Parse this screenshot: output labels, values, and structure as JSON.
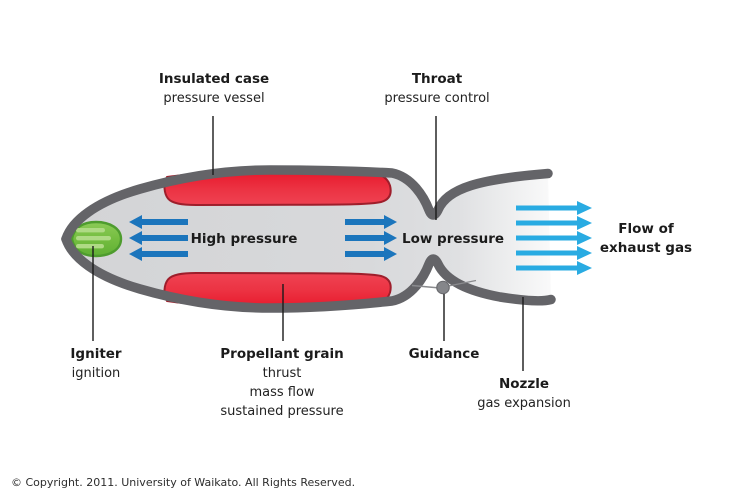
{
  "callouts": {
    "insulated_case": {
      "title": "Insulated case",
      "sub1": "pressure vessel"
    },
    "throat": {
      "title": "Throat",
      "sub1": "pressure control"
    },
    "igniter": {
      "title": "Igniter",
      "sub1": "ignition"
    },
    "propellant_grain": {
      "title": "Propellant grain",
      "sub1": "thrust",
      "sub2": "mass flow",
      "sub3": "sustained pressure"
    },
    "guidance": {
      "title": "Guidance"
    },
    "nozzle": {
      "title": "Nozzle",
      "sub1": "gas expansion"
    }
  },
  "flow_labels": {
    "high_pressure": "High pressure",
    "low_pressure": "Low pressure",
    "exhaust_line1": "Flow of",
    "exhaust_line2": "exhaust gas"
  },
  "footer": {
    "copyright": "© Copyright. 2011. University of Waikato. All Rights Reserved."
  },
  "colors": {
    "case_gray": "#646468",
    "chamber_gray": "#d7d8da",
    "propellant_red": "#e8182b",
    "propellant_red_light": "#ef4353",
    "propellant_red_edge": "#9e1e2b",
    "igniter_green": "#72bc3e",
    "igniter_green_edge": "#4e9c2e",
    "igniter_stripe_green": "#afda85",
    "pressure_arrow_blue": "#1b75bc",
    "exhaust_arrow_cyan": "#29abe2",
    "label_text": "#1b1b1b"
  }
}
